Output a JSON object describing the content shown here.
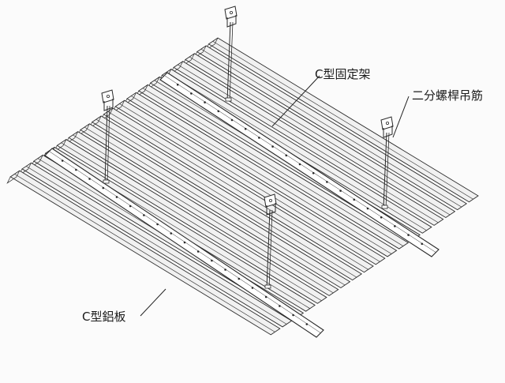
{
  "diagram": {
    "labels": {
      "c_clip_frame": "C型固定架",
      "threaded_rod": "二分螺桿吊筋",
      "c_aluminum_panel": "C型鋁板"
    },
    "counts": {
      "ceiling_strips": 18,
      "carriers": 2,
      "hangers": 4
    },
    "colors": {
      "line": "#2a2a2a",
      "panel_fill": "#f1f1f1",
      "page": "#fbfbfb"
    }
  }
}
